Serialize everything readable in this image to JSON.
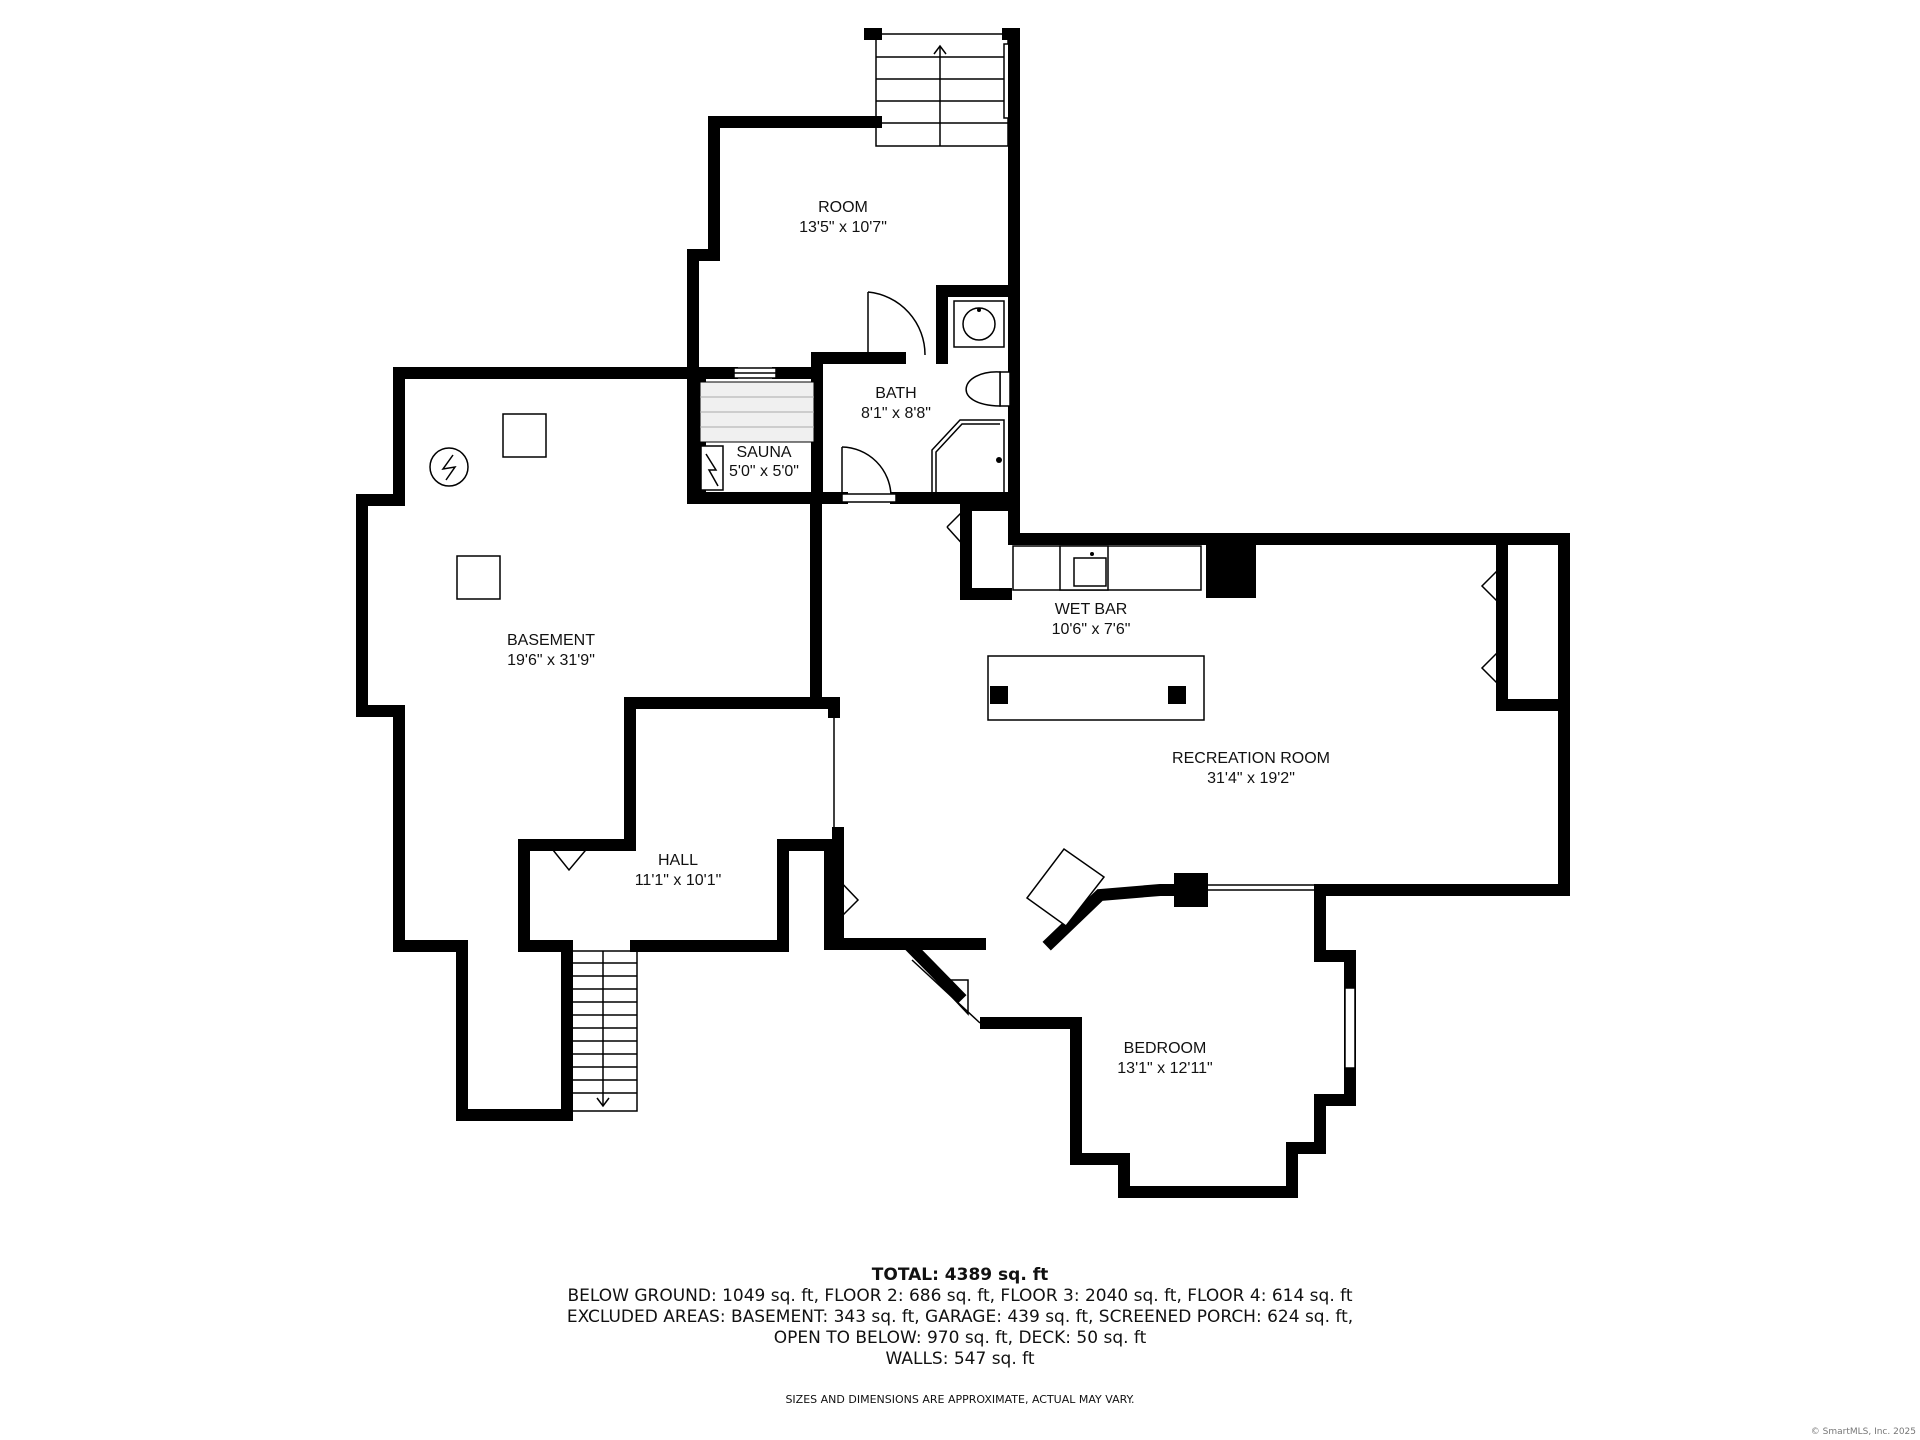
{
  "rooms": [
    {
      "id": "room",
      "name": "ROOM",
      "dims": "13'5\" x 10'7\""
    },
    {
      "id": "bath",
      "name": "BATH",
      "dims": "8'1\" x 8'8\""
    },
    {
      "id": "sauna",
      "name": "SAUNA",
      "dims": "5'0\" x 5'0\""
    },
    {
      "id": "basement",
      "name": "BASEMENT",
      "dims": "19'6\" x 31'9\""
    },
    {
      "id": "wet-bar",
      "name": "WET BAR",
      "dims": "10'6\" x 7'6\""
    },
    {
      "id": "recreation",
      "name": "RECREATION ROOM",
      "dims": "31'4\" x 19'2\""
    },
    {
      "id": "hall",
      "name": "HALL",
      "dims": "11'1\" x 10'1\""
    },
    {
      "id": "bedroom",
      "name": "BEDROOM",
      "dims": "13'1\" x 12'11\""
    }
  ],
  "summary": {
    "total": "TOTAL: 4389 sq. ft",
    "line1": "BELOW GROUND: 1049 sq. ft, FLOOR 2: 686 sq. ft, FLOOR 3: 2040 sq. ft, FLOOR 4: 614 sq. ft",
    "line2": "EXCLUDED AREAS: BASEMENT: 343 sq. ft, GARAGE: 439 sq. ft, SCREENED PORCH: 624 sq. ft,",
    "line3": "OPEN TO BELOW: 970 sq. ft, DECK: 50 sq. ft",
    "line4": "WALLS: 547 sq. ft"
  },
  "disclaimer": "SIZES AND DIMENSIONS ARE APPROXIMATE, ACTUAL MAY VARY.",
  "copyright": "© SmartMLS, Inc. 2025",
  "colors": {
    "wall": "#000000",
    "background": "#ffffff"
  },
  "icons": [
    "electrical-panel-icon",
    "sink-icon",
    "toilet-icon",
    "stairs-icon",
    "door-swing-icon",
    "window-icon"
  ]
}
